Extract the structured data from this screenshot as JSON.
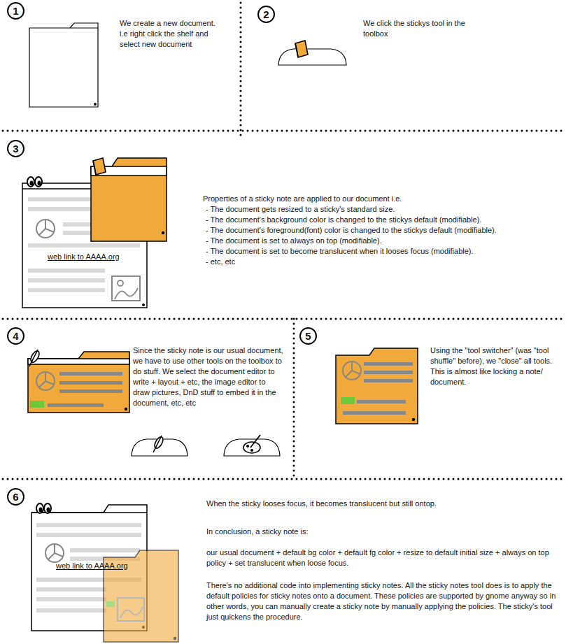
{
  "diagram": {
    "nodes": [
      {
        "text": [
          "1"
        ]
      },
      {
        "text": [
          "2"
        ]
      },
      {
        "text": [
          "3"
        ]
      },
      {
        "text": [
          "web link to AAAA.org"
        ]
      },
      {
        "text": [
          "4"
        ]
      },
      {
        "text": [
          "5"
        ]
      },
      {
        "text": [
          "6"
        ]
      },
      {
        "text": [
          "web link to AAAA.org"
        ]
      }
    ],
    "labels": [
      "We create a new document. i.e right click the shelf and select new document",
      "We click the stickys tool in the toolbox",
      "Properties of a sticky note are applied to our document i.e.",
      "- The document gets resized to a sticky's standard size.",
      "- The document's background color is changed to the stickys default (modifiable).",
      "- The document's foreground(font) color is changed to the stickys default (modifiable).",
      "- The document is set to always on top (modifiable).",
      "- The document is set to become translucent when it looses focus (modifiable).",
      "- etc, etc",
      "Since the sticky note is our usual document, we have to use other tools on the toolbox to do stuff. We select the document editor to write + layout + etc, the image editor to draw pictures, DnD stuff to embed it in the document, etc, etc",
      "Using the \"tool switcher\" (was \"tool shuffle\" before), we \"close\" all tools. This is almost like locking a note/ document.",
      "When the sticky looses focus, it becomes translucent but still ontop.",
      "In conclusion, a sticky note is:",
      "our usual document + default bg color + default fg color + resize to default initial size + always on top policy + set translucent when loose focus.",
      "There's no additional code into implementing sticky notes. All the sticky notes tool does is to apply the default policies for sticky notes onto a document. These policies are supported by gnome anyway so in other words, you can manually create a sticky note by manually applying the policies. The sticky's tool just quickens the procedure."
    ]
  }
}
